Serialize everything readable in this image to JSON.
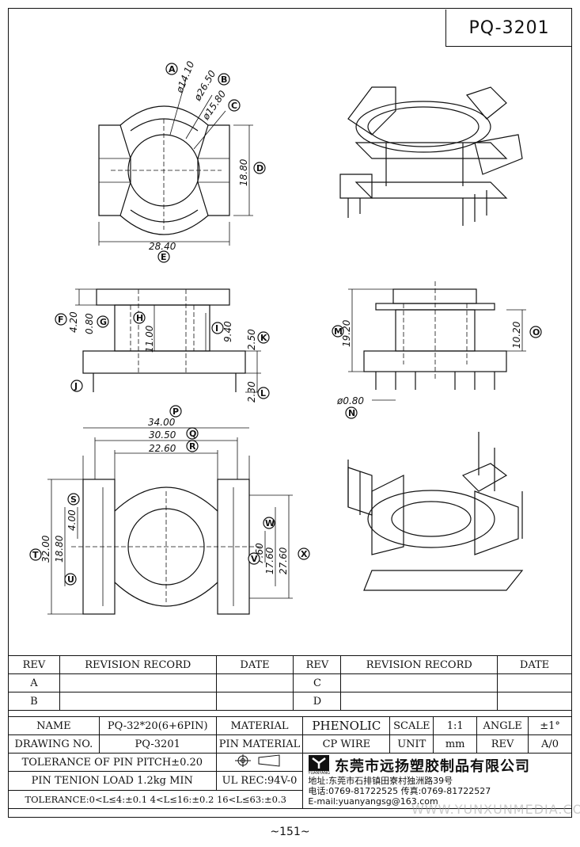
{
  "title": "PQ-3201",
  "dims": {
    "top": {
      "A": "A",
      "B": "B",
      "C": "C",
      "D": "D",
      "E": "E",
      "phiA": "ø14.10",
      "phiB": "ø26.50",
      "phiC": "ø15.80",
      "h": "18.80",
      "w": "28.40"
    },
    "side": {
      "F": "F",
      "G": "G",
      "H": "H",
      "I": "I",
      "J": "J",
      "K": "K",
      "L": "L",
      "f": "4.20",
      "g": "0.80",
      "h": "11.00",
      "i": "9.40",
      "k": "2.50",
      "l": "2.30"
    },
    "front": {
      "M": "M",
      "N": "N",
      "O": "O",
      "m": "19.20",
      "n": "ø0.80",
      "o": "10.20"
    },
    "bottom": {
      "P": "P",
      "Q": "Q",
      "R": "R",
      "S": "S",
      "T": "T",
      "U": "U",
      "V": "V",
      "W": "W",
      "X": "X",
      "p": "34.00",
      "q": "30.50",
      "r": "22.60",
      "s": "4.00",
      "t": "32.00",
      "u": "18.80",
      "v": "7.60",
      "w": "17.60",
      "x": "27.60"
    }
  },
  "revision": {
    "rev": "REV",
    "record": "REVISION RECORD",
    "date": "DATE",
    "rows_left": [
      "A",
      "B"
    ],
    "rows_right": [
      "C",
      "D"
    ]
  },
  "titleblock": {
    "name_label": "NAME",
    "name_value": "PQ-32*20(6+6PIN)",
    "material_label": "MATERIAL",
    "material_value": "PHENOLIC",
    "scale_label": "SCALE",
    "scale_value": "1:1",
    "angle_label": "ANGLE",
    "angle_value": "±1°",
    "drawing_label": "DRAWING NO.",
    "drawing_value": "PQ-3201",
    "pin_material_label": "PIN MATERIAL",
    "pin_material_value": "CP WIRE",
    "unit_label": "UNIT",
    "unit_value": "mm",
    "rev_label": "REV",
    "rev_value": "A/0",
    "pitch": "TOLERANCE OF PIN PITCH±0.20",
    "tension": "PIN TENION LOAD 1.2kg MIN",
    "ul": "UL REC:94V-0",
    "tolerance": "TOLERANCE:0<L≤4:±0.1  4<L≤16:±0.2  16<L≤63:±0.3",
    "company": "东莞市远扬塑胶制品有限公司",
    "logo_text": "YUANYANG",
    "address": "地址:东莞市石排镇田寮村独洲路39号",
    "phone": "电话:0769-81722525    传真:0769-81722527",
    "email": "E-mail:yuanyangsg@163.com"
  },
  "page_number": "~151~",
  "watermark": "WWW.YUNXUNMEDIA.COM"
}
